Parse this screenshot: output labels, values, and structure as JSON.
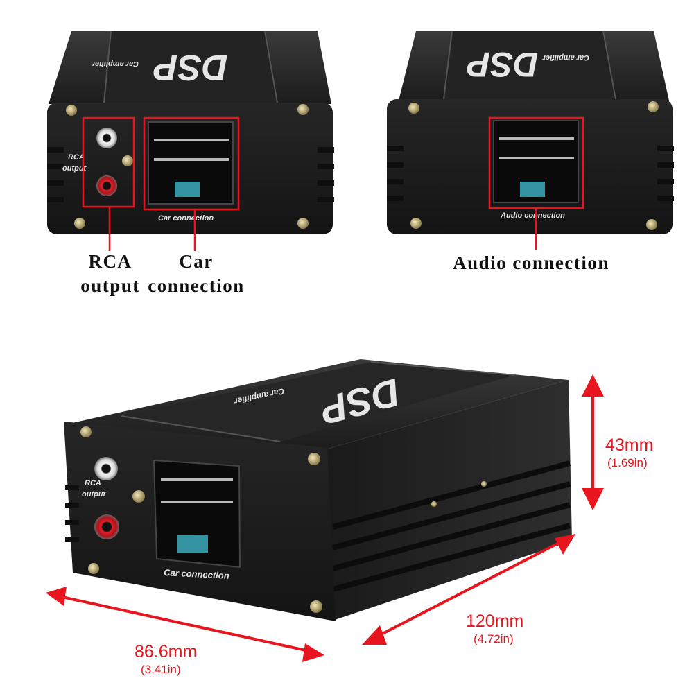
{
  "callouts": {
    "rca_output": "RCA\noutput",
    "car_connection": "Car\nconnection",
    "audio_connection": "Audio connection"
  },
  "device_labels": {
    "dsp_logo": "DSP",
    "car_amplifier": "Car amplifier",
    "rca_output_small": "RCA output",
    "car_connection_small": "Car connection",
    "audio_connection_small": "Audio connection"
  },
  "dimensions": {
    "height_mm": "43mm",
    "height_in": "(1.69in)",
    "length_mm": "120mm",
    "length_in": "(4.72in)",
    "width_mm": "86.6mm",
    "width_in": "(3.41in)"
  },
  "colors": {
    "accent_red": "#e8141e",
    "housing_black": "#1a1a1a"
  }
}
